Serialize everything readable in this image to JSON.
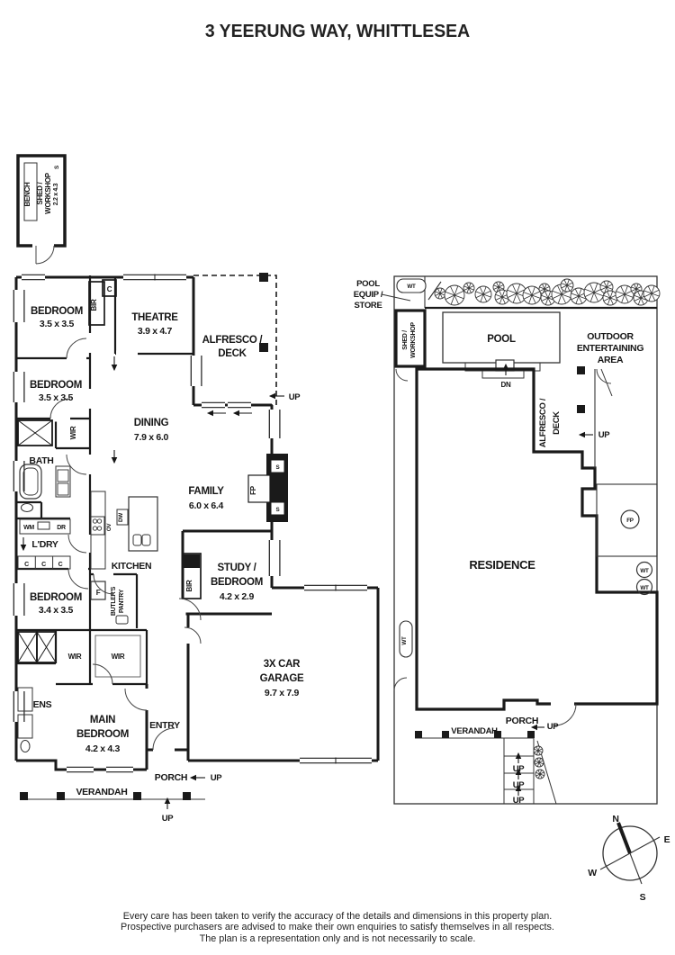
{
  "title": "3 YEERUNG WAY, WHITTLESEA",
  "left_plan": {
    "shed": {
      "bench": "BENCH",
      "line1": "SHED /",
      "line2": "WORKSHOP",
      "dims": "2.2 x 4.3"
    },
    "bedroom1": {
      "name": "BEDROOM",
      "dims": "3.5 x 3.5"
    },
    "bedroom2": {
      "name": "BEDROOM",
      "dims": "3.5 x 3.5"
    },
    "bedroom3": {
      "name": "BEDROOM",
      "dims": "3.4 x 3.5"
    },
    "main_bedroom": {
      "line1": "MAIN",
      "line2": "BEDROOM",
      "dims": "4.2 x 4.3"
    },
    "theatre": {
      "name": "THEATRE",
      "dims": "3.9 x 4.7"
    },
    "alfresco": {
      "line1": "ALFRESCO /",
      "line2": "DECK"
    },
    "dining": {
      "name": "DINING",
      "dims": "7.9 x 6.0"
    },
    "family": {
      "name": "FAMILY",
      "dims": "6.0 x 6.4"
    },
    "study": {
      "line1": "STUDY /",
      "line2": "BEDROOM",
      "dims": "4.2 x 2.9"
    },
    "garage": {
      "line1": "3X CAR",
      "line2": "GARAGE",
      "dims": "9.7 x 7.9"
    },
    "butlers": {
      "line1": "BUTLER'S",
      "line2": "PANTRY"
    },
    "kitchen": "KITCHEN",
    "bath": "BATH",
    "ens": "ENS",
    "laundry": "L'DRY",
    "entry": "ENTRY",
    "porch": "PORCH",
    "verandah": "VERANDAH",
    "labels": {
      "bir": "BIR",
      "wir": "WIR",
      "c": "C",
      "f": "F",
      "s": "S",
      "wm": "WM",
      "dr": "DR",
      "ov": "OV",
      "dw": "DW",
      "fp": "FP",
      "up": "UP"
    }
  },
  "site_plan": {
    "pool_equip": {
      "line1": "POOL",
      "line2": "EQUIP /",
      "line3": "STORE"
    },
    "shed": {
      "line1": "SHED /",
      "line2": "WORKSHOP"
    },
    "pool": "POOL",
    "dn": "DN",
    "outdoor": {
      "line1": "OUTDOOR",
      "line2": "ENTERTAINING",
      "line3": "AREA"
    },
    "alfresco": {
      "line1": "ALFRESCO /",
      "line2": "DECK"
    },
    "residence": "RESIDENCE",
    "porch": "PORCH",
    "verandah": "VERANDAH",
    "labels": {
      "wt": "WT",
      "fp": "FP",
      "up": "UP"
    }
  },
  "compass": {
    "n": "N",
    "e": "E",
    "s": "S",
    "w": "W"
  },
  "disclaimer": {
    "line1": "Every care has been taken to verify the accuracy of the details and dimensions in this property plan.",
    "line2": "Prospective purchasers are advised to make their own enquiries to satisfy themselves in all respects.",
    "line3": "The plan is a representation only and is not necessarily to scale."
  }
}
